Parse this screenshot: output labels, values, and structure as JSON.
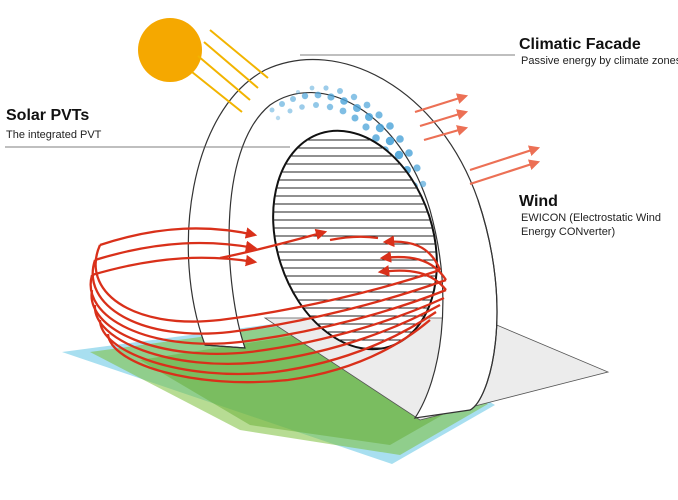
{
  "labels": {
    "climatic": {
      "title": "Climatic Facade",
      "subtitle": "Passive energy by climate zones"
    },
    "solar": {
      "title": "Solar PVTs",
      "subtitle": "The integrated PVT"
    },
    "wind": {
      "title": "Wind",
      "subtitle_line1": "EWICON (Electrostatic Wind",
      "subtitle_line2": "Energy CONverter)"
    }
  },
  "colors": {
    "sun": "#f5a800",
    "sun_rays": "#f2b400",
    "arrow": "#d9301a",
    "arrow_light": "#ec7055",
    "ground_blue": "#a8dff0",
    "ground_green": "#7cbf3a",
    "pv_dots": "#4aa3d8",
    "mesh": "#222222"
  }
}
